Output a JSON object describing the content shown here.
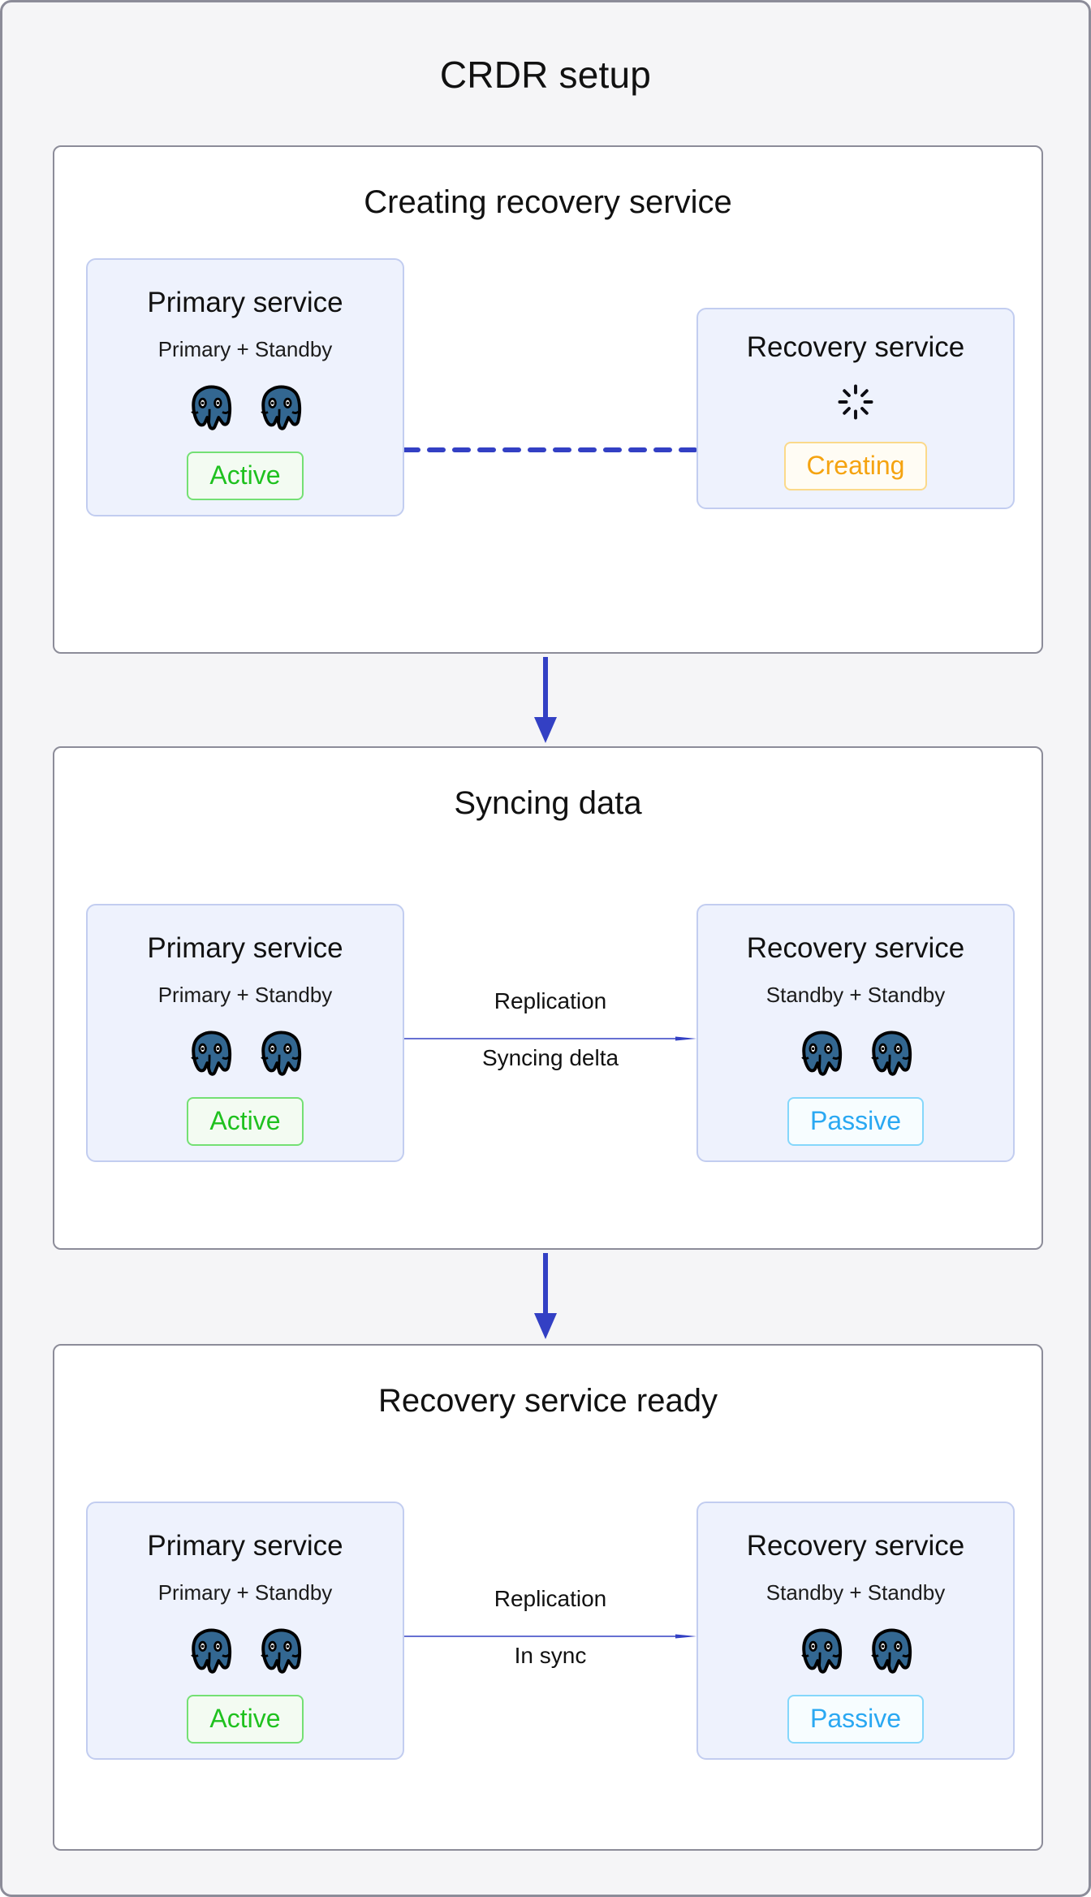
{
  "title": "CRDR setup",
  "theme": {
    "page_bg": "#f5f5f7",
    "panel_bg": "#ffffff",
    "panel_border": "#8c8c99",
    "card_bg": "#eef2fd",
    "card_border": "#c2cdf0",
    "arrow_blue": "#3340c4",
    "pg_blue": "#336791",
    "active_green": "#1fc11f",
    "passive_blue": "#2aa8f2",
    "creating_orange": "#f5a310"
  },
  "stages": [
    {
      "title": "Creating recovery service",
      "left_card": {
        "name": "Primary service",
        "roles": "Primary + Standby",
        "nodes": 2,
        "node_icon": "postgresql-elephant-icon",
        "badge": "Active",
        "badge_state": "active"
      },
      "right_card": {
        "name": "Recovery service",
        "roles": "",
        "nodes": 0,
        "status_icon": "loading-spinner-icon",
        "badge": "Creating",
        "badge_state": "creating"
      },
      "link": {
        "style": "dashed",
        "arrowhead": false,
        "top_label": "",
        "bottom_label": ""
      }
    },
    {
      "title": "Syncing data",
      "left_card": {
        "name": "Primary service",
        "roles": "Primary + Standby",
        "nodes": 2,
        "node_icon": "postgresql-elephant-icon",
        "badge": "Active",
        "badge_state": "active"
      },
      "right_card": {
        "name": "Recovery service",
        "roles": "Standby + Standby",
        "nodes": 2,
        "node_icon": "postgresql-elephant-icon",
        "badge": "Passive",
        "badge_state": "passive"
      },
      "link": {
        "style": "solid",
        "arrowhead": true,
        "top_label": "Replication",
        "bottom_label": "Syncing delta"
      }
    },
    {
      "title": "Recovery service ready",
      "left_card": {
        "name": "Primary service",
        "roles": "Primary + Standby",
        "nodes": 2,
        "node_icon": "postgresql-elephant-icon",
        "badge": "Active",
        "badge_state": "active"
      },
      "right_card": {
        "name": "Recovery service",
        "roles": "Standby + Standby",
        "nodes": 2,
        "node_icon": "postgresql-elephant-icon",
        "badge": "Passive",
        "badge_state": "passive"
      },
      "link": {
        "style": "solid",
        "arrowhead": true,
        "top_label": "Replication",
        "bottom_label": "In sync"
      }
    }
  ],
  "flow_arrows": [
    {
      "from": "Creating recovery service",
      "to": "Syncing data",
      "direction": "down"
    },
    {
      "from": "Syncing data",
      "to": "Recovery service ready",
      "direction": "down"
    }
  ]
}
